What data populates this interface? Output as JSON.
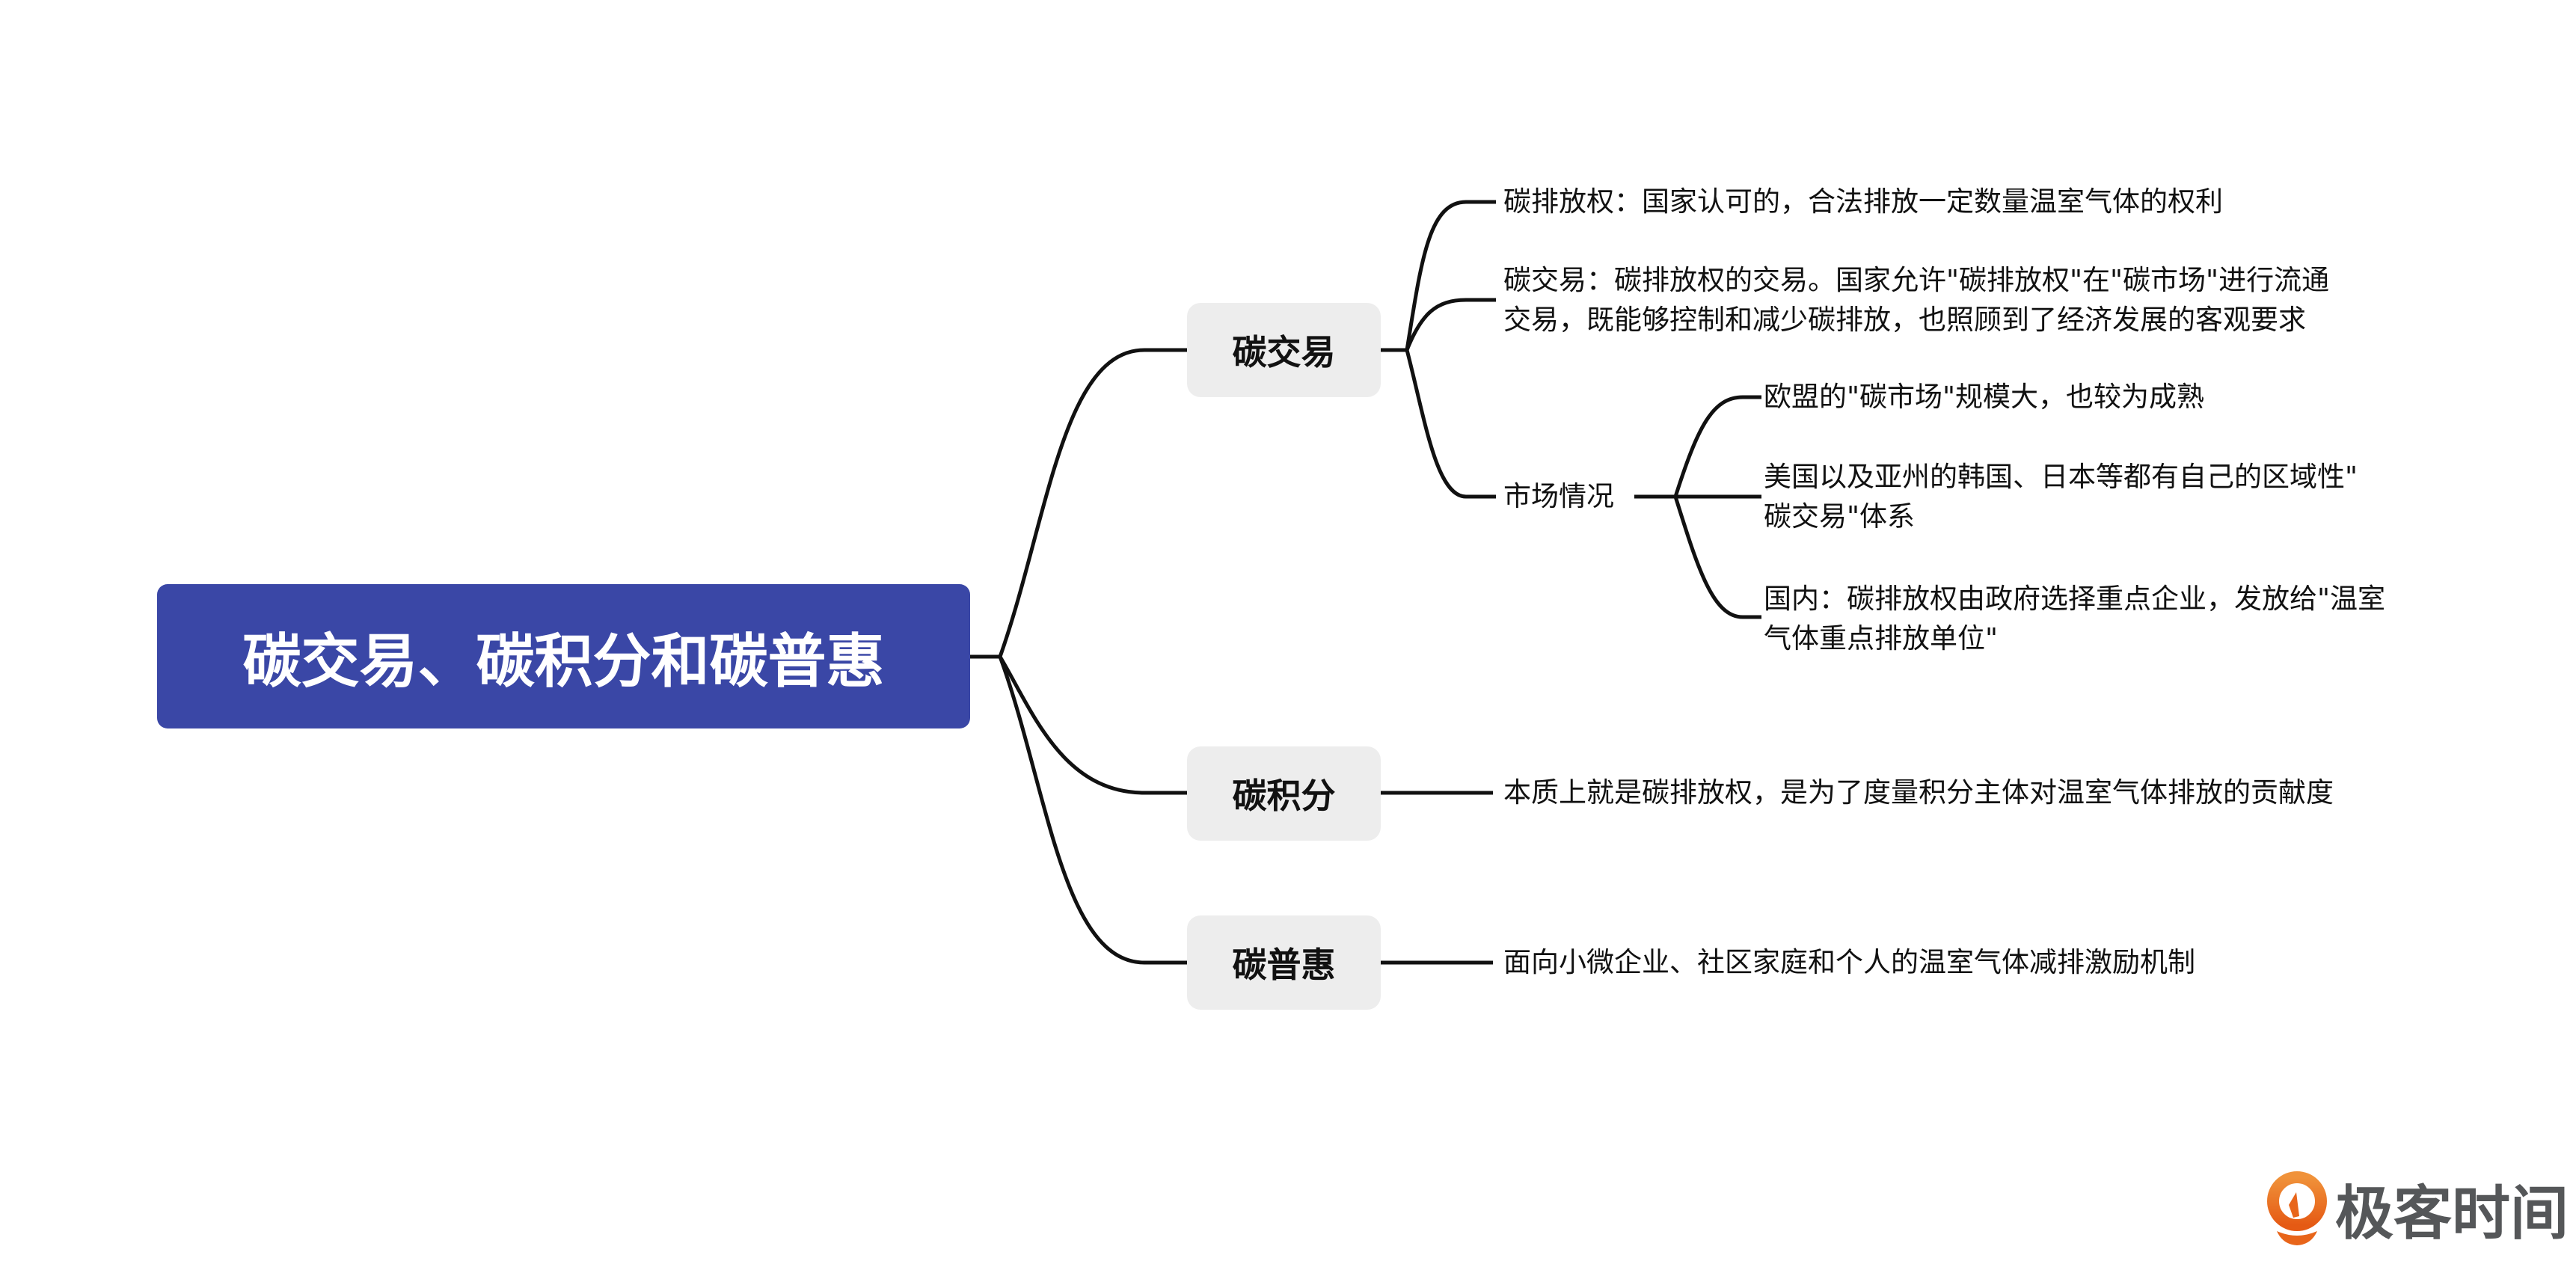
{
  "root": {
    "label": "碳交易、碳积分和碳普惠"
  },
  "branches": [
    {
      "label": "碳交易"
    },
    {
      "label": "碳积分"
    },
    {
      "label": "碳普惠"
    }
  ],
  "trade_leaves": {
    "permit": "碳排放权：国家认可的，合法排放一定数量温室气体的权利",
    "trade_line1": "碳交易：碳排放权的交易。国家允许\"碳排放权\"在\"碳市场\"进行流通",
    "trade_line2": "交易，既能够控制和减少碳排放，也照顾到了经济发展的客观要求",
    "market": "市场情况",
    "market_items": {
      "eu": "欧盟的\"碳市场\"规模大，也较为成熟",
      "us_line1": "美国以及亚州的韩国、日本等都有自己的区域性\"",
      "us_line2": "碳交易\"体系",
      "cn_line1": "国内：碳排放权由政府选择重点企业，发放给\"温室",
      "cn_line2": "气体重点排放单位\""
    }
  },
  "credit_leaf": "本质上就是碳排放权，是为了度量积分主体对温室气体排放的贡献度",
  "puhui_leaf": "面向小微企业、社区家庭和个人的温室气体减排激励机制",
  "logo": {
    "text": "极客时间",
    "color": "#e8651a"
  },
  "colors": {
    "root": "#3a47a6",
    "node": "#ededed",
    "line": "#111111"
  }
}
